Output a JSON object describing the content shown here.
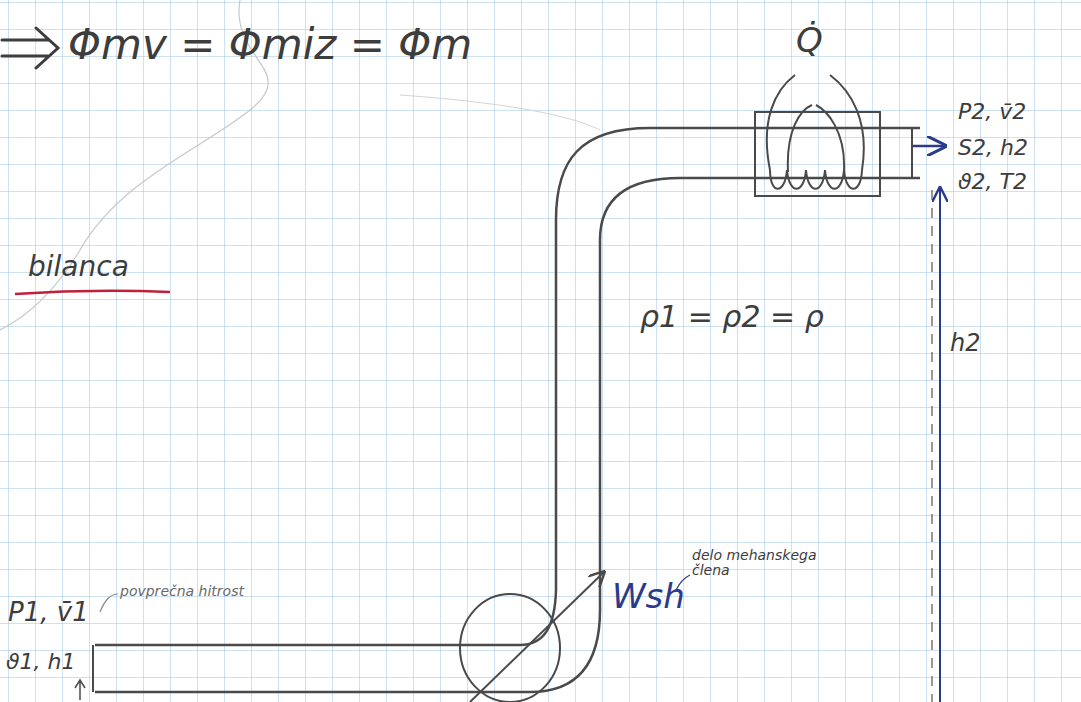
{
  "diagram": {
    "labels": [
      "Φmv = Φmiz = Φm",
      "bilanca",
      "Q̇",
      "P2, v̄2",
      "S2, h2",
      "ϑ2, T2",
      "ρ1 = ρ2 = ρ",
      "h2",
      "povprečna hitrost",
      "P1, v̄1",
      "ϑ1, h1",
      "Wsh",
      "delo mehanskega člena"
    ]
  }
}
